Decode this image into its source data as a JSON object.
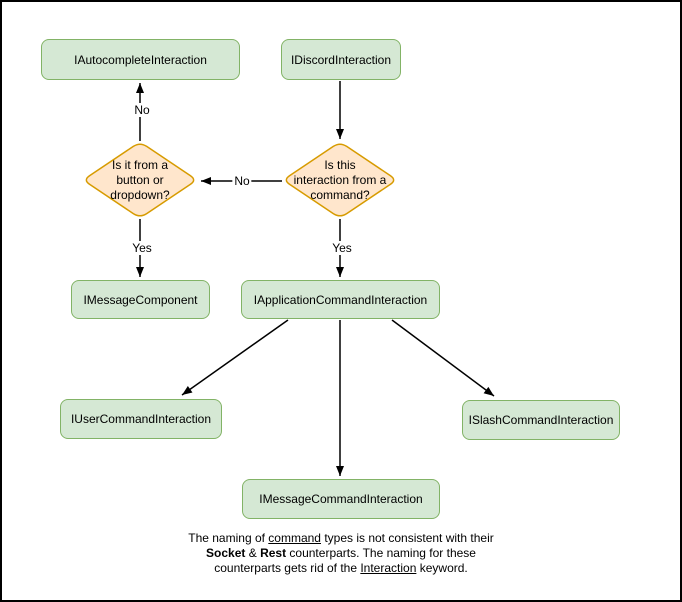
{
  "colors": {
    "background": "#ffffff",
    "frame": "#000000",
    "text": "#000000",
    "edge": "#000000",
    "node_fill": "#d5e8d4",
    "node_stroke": "#82b366",
    "decision_fill": "#ffe6cc",
    "decision_stroke": "#d79b00"
  },
  "nodes": {
    "autocomplete": {
      "label": "IAutocompleteInteraction"
    },
    "discord": {
      "label": "IDiscordInteraction"
    },
    "message_component": {
      "label": "IMessageComponent"
    },
    "application_command": {
      "label": "IApplicationCommandInteraction"
    },
    "user_command": {
      "label": "IUserCommandInteraction"
    },
    "slash_command": {
      "label": "ISlashCommandInteraction"
    },
    "message_command": {
      "label": "IMessageCommandInteraction"
    }
  },
  "decisions": {
    "component": {
      "lines": [
        "Is it from a",
        "button or",
        "dropdown?"
      ]
    },
    "command": {
      "lines": [
        "Is this",
        "interaction from a",
        "command?"
      ]
    }
  },
  "edge_labels": {
    "no_up": "No",
    "no_left": "No",
    "yes_left": "Yes",
    "yes_right": "Yes"
  },
  "footer": {
    "line1": {
      "a": "The naming of ",
      "b": "command",
      "c": " types is not consistent with their"
    },
    "line2": {
      "a": "Socket",
      "b": " & ",
      "c": "Rest",
      "d": " counterparts. The naming for these"
    },
    "line3": {
      "a": "counterparts gets rid of the ",
      "b": "Interaction",
      "c": " keyword."
    }
  }
}
